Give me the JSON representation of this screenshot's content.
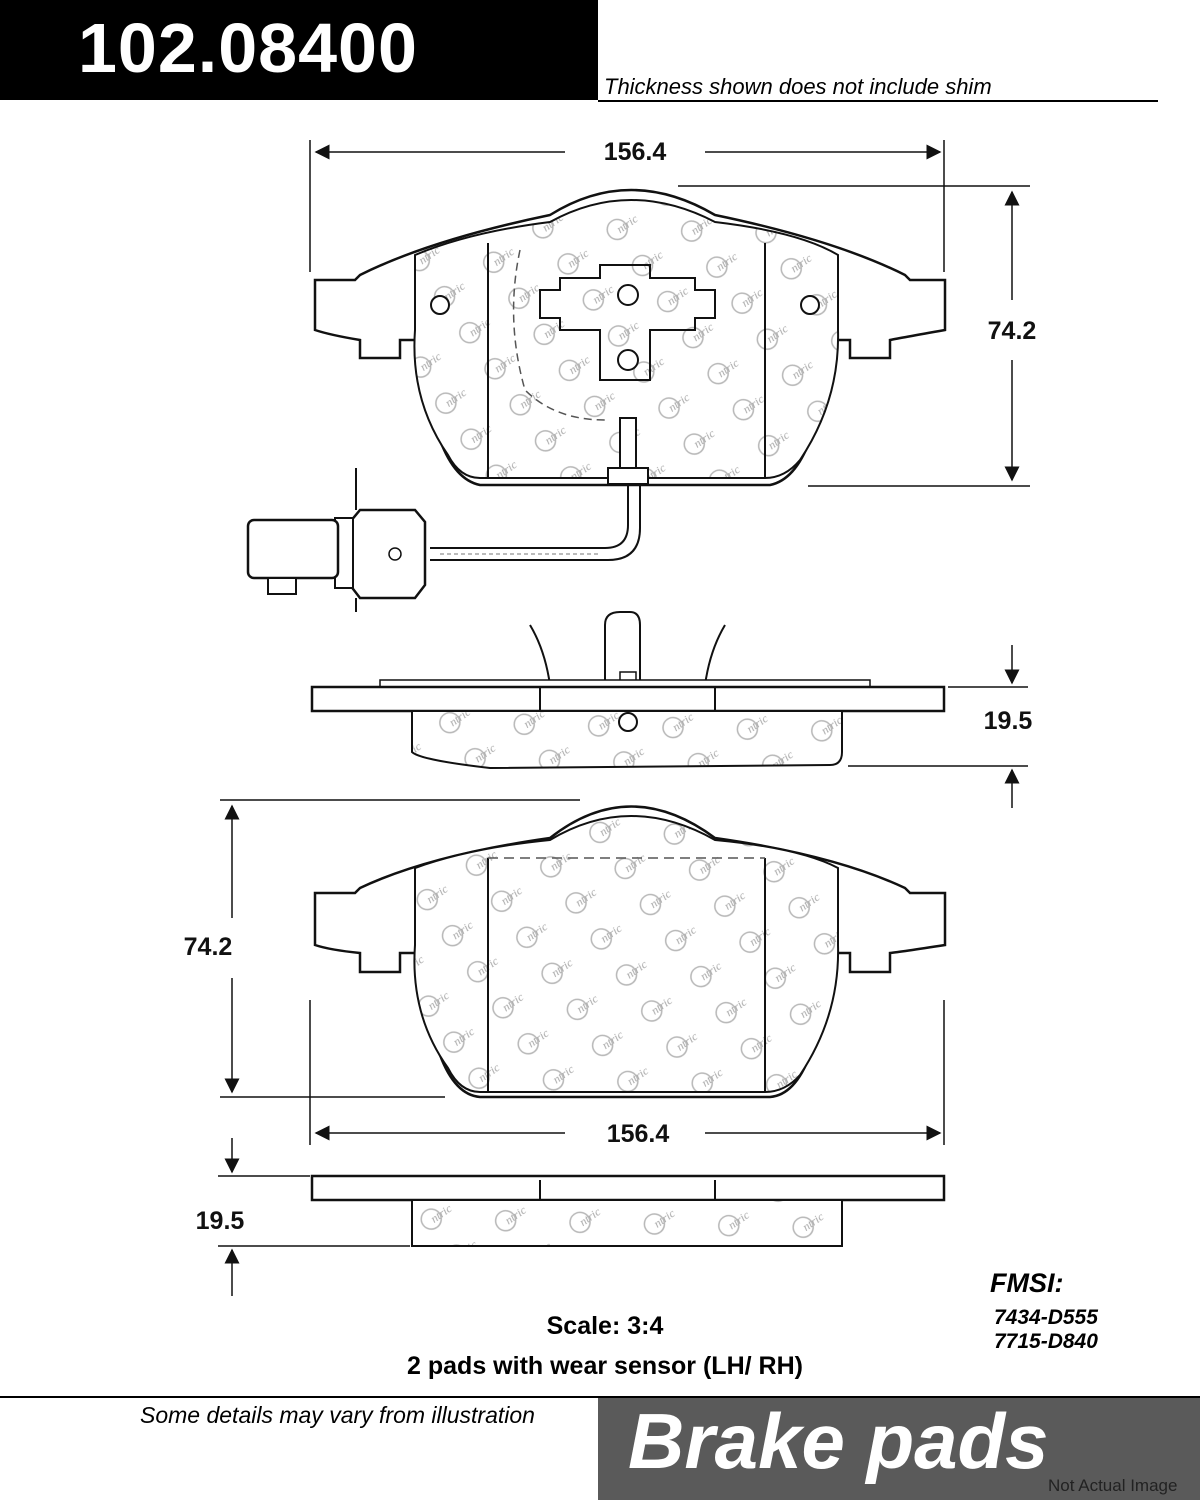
{
  "header": {
    "part_number": "102.08400",
    "note": "Thickness shown does not include shim"
  },
  "dimensions": {
    "top_width": "156.4",
    "top_height": "74.2",
    "top_thickness": "19.5",
    "bottom_height": "74.2",
    "bottom_width": "156.4",
    "bottom_thickness": "19.5"
  },
  "notes": {
    "scale": "Scale: 3:4",
    "pads_description": "2 pads with wear sensor (LH/ RH)"
  },
  "fmsi": {
    "title": "FMSI:",
    "codes": [
      "7434-D555",
      "7715-D840"
    ]
  },
  "footer": {
    "variation_note": "Some details may vary from illustration",
    "category": "Brake pads",
    "disclaimer": "Not Actual Image"
  },
  "colors": {
    "header_bg": "#000000",
    "footer_bg": "#5a5a5a"
  }
}
